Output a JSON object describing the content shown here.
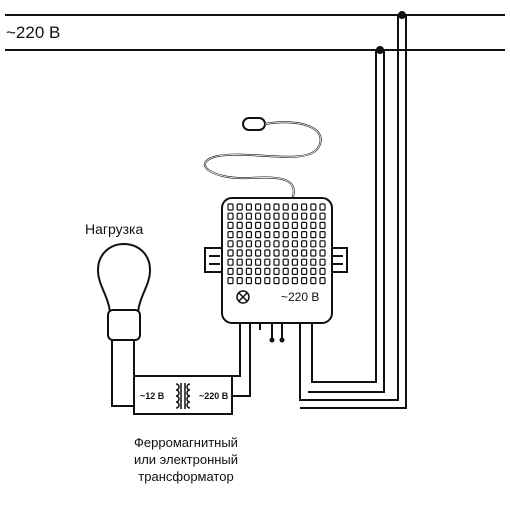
{
  "mains_label": "~220 В",
  "load_label": "Нагрузка",
  "transformer": {
    "input_label": "~12 В",
    "output_label": "~220 В",
    "caption": [
      "Ферромагнитный",
      "или электронный",
      "трансформатор"
    ]
  },
  "dimmer": {
    "voltage_label": "~220 В",
    "knob_icon": "cross-circle-icon"
  },
  "colors": {
    "line": "#111111",
    "background": "#ffffff"
  }
}
